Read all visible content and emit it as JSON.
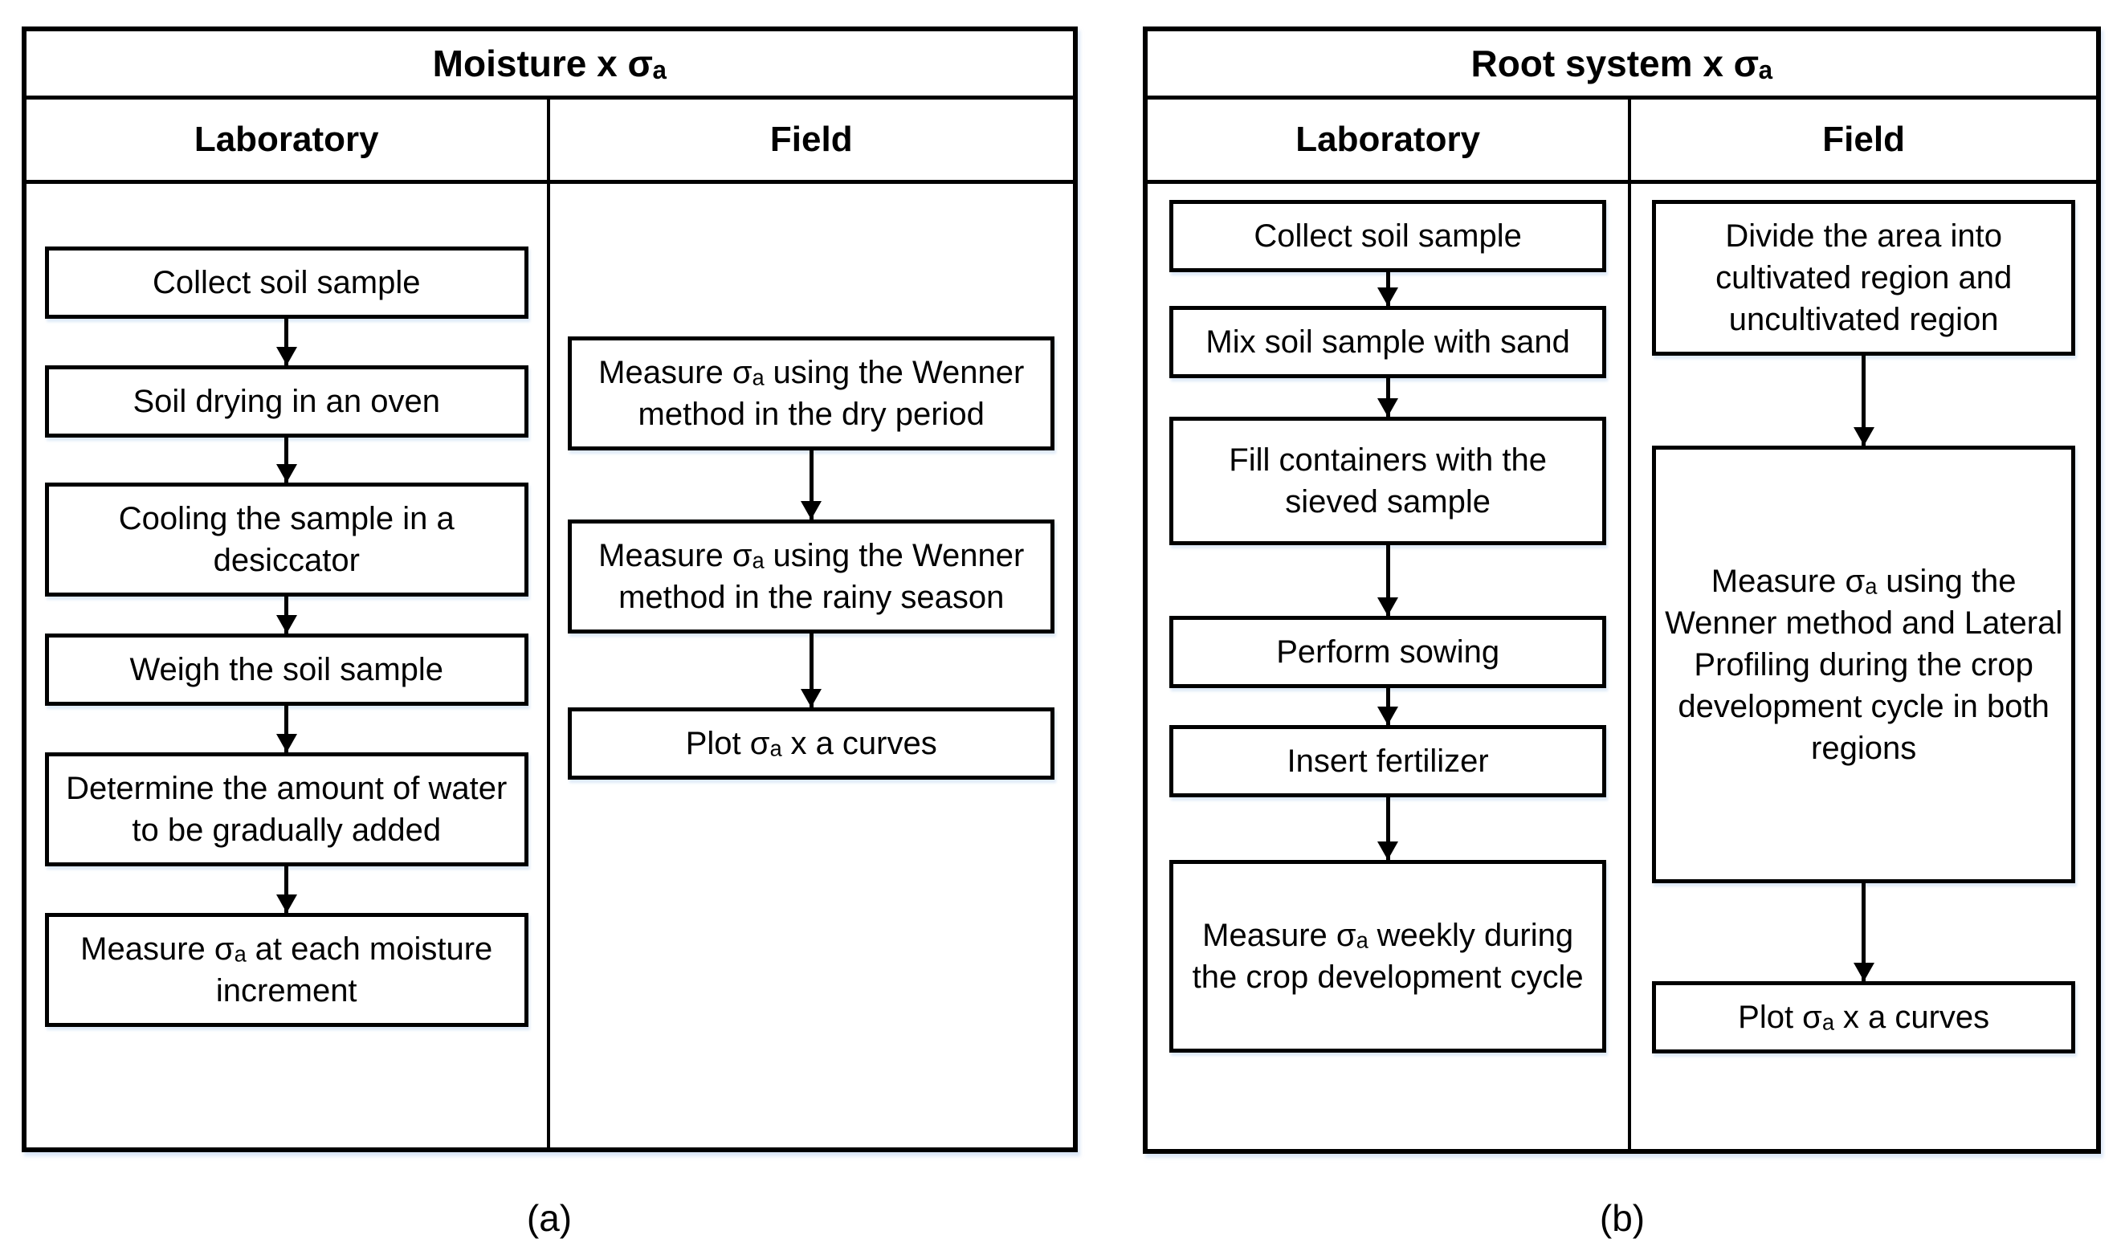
{
  "diagram": {
    "panels": [
      {
        "title": "Moisture x σₐ",
        "caption": "(a)",
        "columns": {
          "lab": "Laboratory",
          "field": "Field"
        },
        "lab_steps": [
          "Collect soil sample",
          "Soil drying in an oven",
          "Cooling the sample in a desiccator",
          "Weigh the soil sample",
          "Determine the amount of water to be gradually added",
          "Measure σₐ at each moisture increment"
        ],
        "field_steps": [
          "Measure σₐ using the Wenner method in the dry period",
          "Measure σₐ using the Wenner method in the rainy season",
          "Plot σₐ x a curves"
        ]
      },
      {
        "title": "Root system x σₐ",
        "caption": "(b)",
        "columns": {
          "lab": "Laboratory",
          "field": "Field"
        },
        "lab_steps": [
          "Collect soil sample",
          "Mix soil sample with sand",
          "Fill containers with the sieved sample",
          "Perform sowing",
          "Insert fertilizer",
          "Measure σₐ weekly during the crop development cycle"
        ],
        "field_steps": [
          "Divide the area into cultivated region and uncultivated region",
          "Measure σₐ using the Wenner method and Lateral Profiling during the crop development cycle in both regions",
          "Plot σₐ x a curves"
        ]
      }
    ]
  }
}
